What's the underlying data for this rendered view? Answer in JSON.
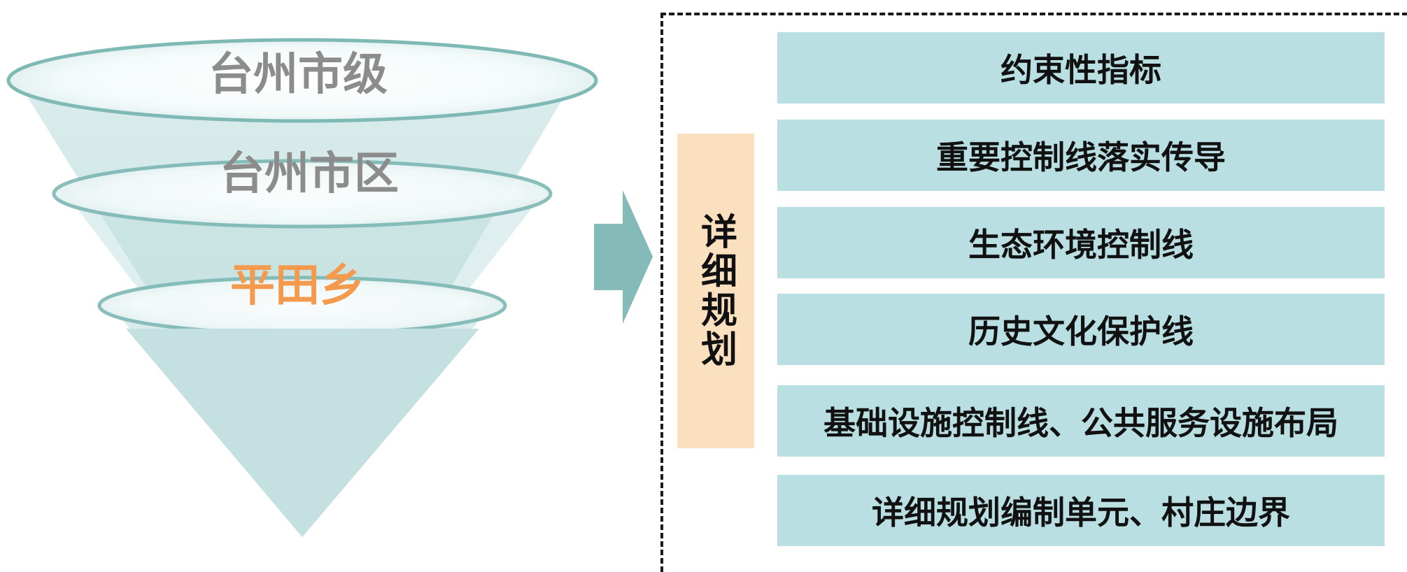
{
  "funnel": {
    "levels": [
      {
        "label": "台州市级",
        "color": "#8c8c8c"
      },
      {
        "label": "台州市区",
        "color": "#8c8c8c"
      },
      {
        "label": "平田乡",
        "color": "#f39a4e"
      }
    ],
    "colors": {
      "fill": "#c7e3e3",
      "ring": "#7fb9b6"
    }
  },
  "arrow": {
    "color": "#84bab8"
  },
  "detail_plan": {
    "label": "详细规划",
    "label_bg": "#fbe0c0",
    "items": [
      "约束性指标",
      "重要控制线落实传导",
      "生态环境控制线",
      "历史文化保护线",
      "基础设施控制线、公共服务设施布局",
      "详细规划编制单元、村庄边界"
    ],
    "item_bg": "#b9dfe3"
  }
}
